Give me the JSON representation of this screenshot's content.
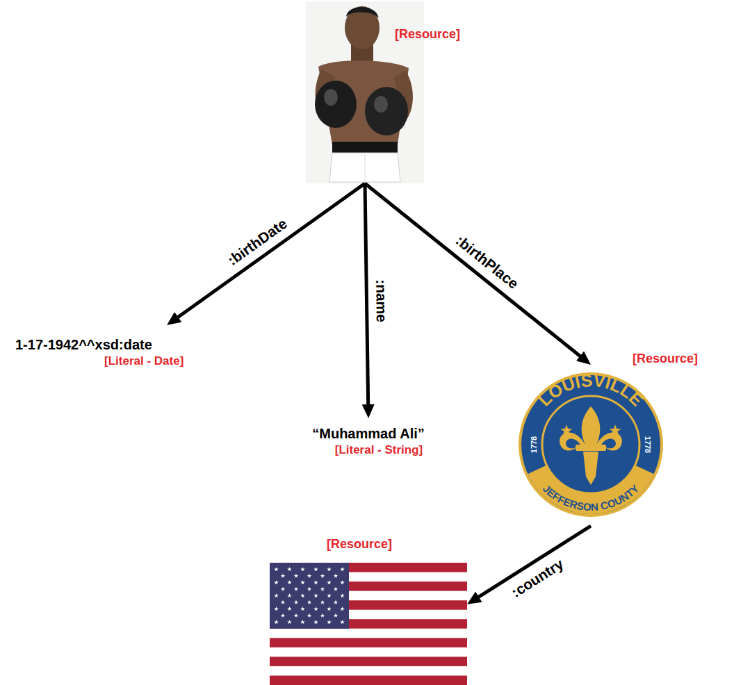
{
  "diagram": {
    "nodes": [
      {
        "text": [
          "[Resource]"
        ]
      },
      {
        "text": [
          "1-17-1942^^xsd:date",
          "[Literal - Date]"
        ]
      },
      {
        "text": [
          "“Muhammad Ali”",
          "[Literal - String]"
        ]
      },
      {
        "text": [
          "[Resource]"
        ]
      },
      {
        "text": [
          "[Resource]"
        ]
      }
    ],
    "edges": [
      {
        "from": 0,
        "to": 1,
        "arrow": "to",
        "label": ":birthDate"
      },
      {
        "from": 0,
        "to": 2,
        "arrow": "to",
        "label": ":name"
      },
      {
        "from": 0,
        "to": 3,
        "arrow": "to",
        "label": ":birthPlace"
      },
      {
        "from": 3,
        "to": 4,
        "arrow": "to",
        "label": ":country"
      }
    ],
    "labels": [
      "LOUISVILLE",
      "1778",
      "1778",
      "JEFFERSON COUNTY"
    ]
  }
}
